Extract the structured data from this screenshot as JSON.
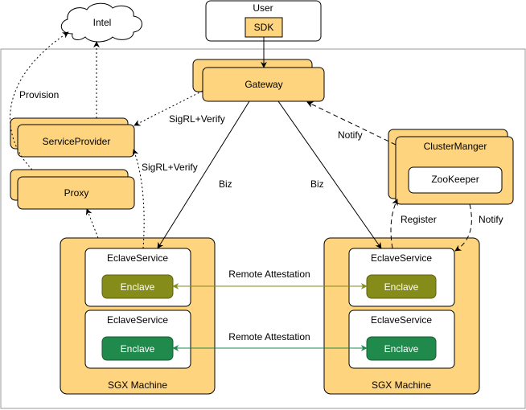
{
  "diagram": {
    "title": "SGX Remote Attestation Architecture",
    "colors": {
      "node_fill": "#FFD47F",
      "node_stroke": "#000000",
      "container_stroke": "#999999",
      "enclave_olive": "#858C1A",
      "enclave_olive_stroke": "#5C6112",
      "enclave_green": "#1F8A4C",
      "enclave_green_stroke": "#155E33",
      "link_olive": "#858C1A",
      "link_green": "#1F8A4C"
    },
    "nodes": {
      "intel": "Intel",
      "user": "User",
      "sdk": "SDK",
      "gateway": "Gateway",
      "service_provider": "ServiceProvider",
      "proxy": "Proxy",
      "cluster_manager": "ClusterManger",
      "zookeeper": "ZooKeeper",
      "left_machine": {
        "label": "SGX Machine",
        "services": [
          {
            "label": "EclaveService",
            "enclave": "Enclave"
          },
          {
            "label": "EclaveService",
            "enclave": "Enclave"
          }
        ]
      },
      "right_machine": {
        "label": "SGX Machine",
        "services": [
          {
            "label": "EclaveService",
            "enclave": "Enclave"
          },
          {
            "label": "EclaveService",
            "enclave": "Enclave"
          }
        ]
      }
    },
    "edges": {
      "provision": "Provision",
      "sigrl_verify_gateway": "SigRL+Verify",
      "sigrl_verify_machine": "SigRL+Verify",
      "biz_left": "Biz",
      "biz_right": "Biz",
      "notify_gateway": "Notify",
      "register": "Register",
      "notify_machine": "Notify",
      "remote_attestation_1": "Remote Attestation",
      "remote_attestation_2": "Remote Attestation"
    }
  }
}
